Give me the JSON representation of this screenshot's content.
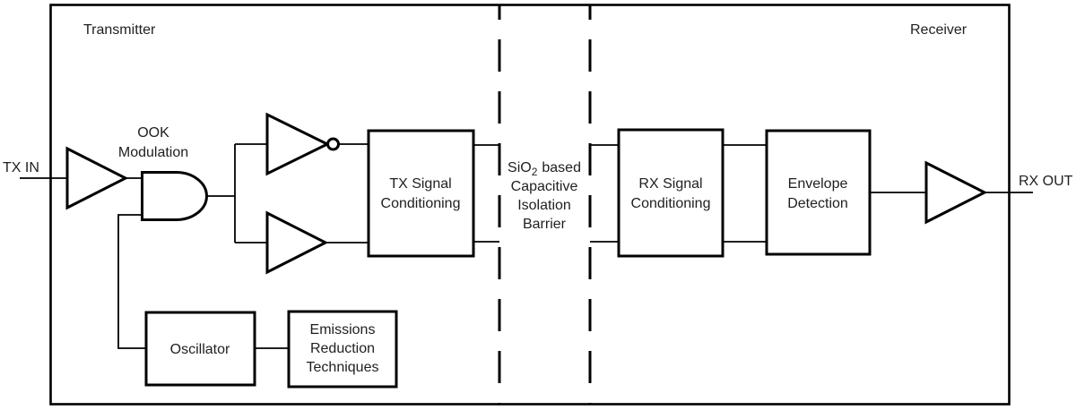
{
  "diagram": {
    "title_regions": {
      "transmitter_label": "Transmitter",
      "receiver_label": "Receiver"
    },
    "ports": {
      "tx_in_label": "TX IN",
      "rx_out_label": "RX OUT"
    },
    "ook_modulation": {
      "line1": "OOK",
      "line2": "Modulation"
    },
    "blocks": {
      "tx_signal_conditioning": {
        "line1": "TX Signal",
        "line2": "Conditioning"
      },
      "rx_signal_conditioning": {
        "line1": "RX Signal",
        "line2": "Conditioning"
      },
      "envelope_detection": {
        "line1": "Envelope",
        "line2": "Detection"
      },
      "oscillator": {
        "label": "Oscillator"
      },
      "emissions_reduction": {
        "line1": "Emissions",
        "line2": "Reduction",
        "line3": "Techniques"
      }
    },
    "barrier": {
      "line1_pre": "SiO",
      "line1_sub": "2",
      "line1_post": "based",
      "line2": "Capacitive",
      "line3": "Isolation",
      "line4": "Barrier"
    },
    "colors": {
      "line": "#000000",
      "text": "#1f1f1f",
      "background": "#ffffff"
    }
  }
}
